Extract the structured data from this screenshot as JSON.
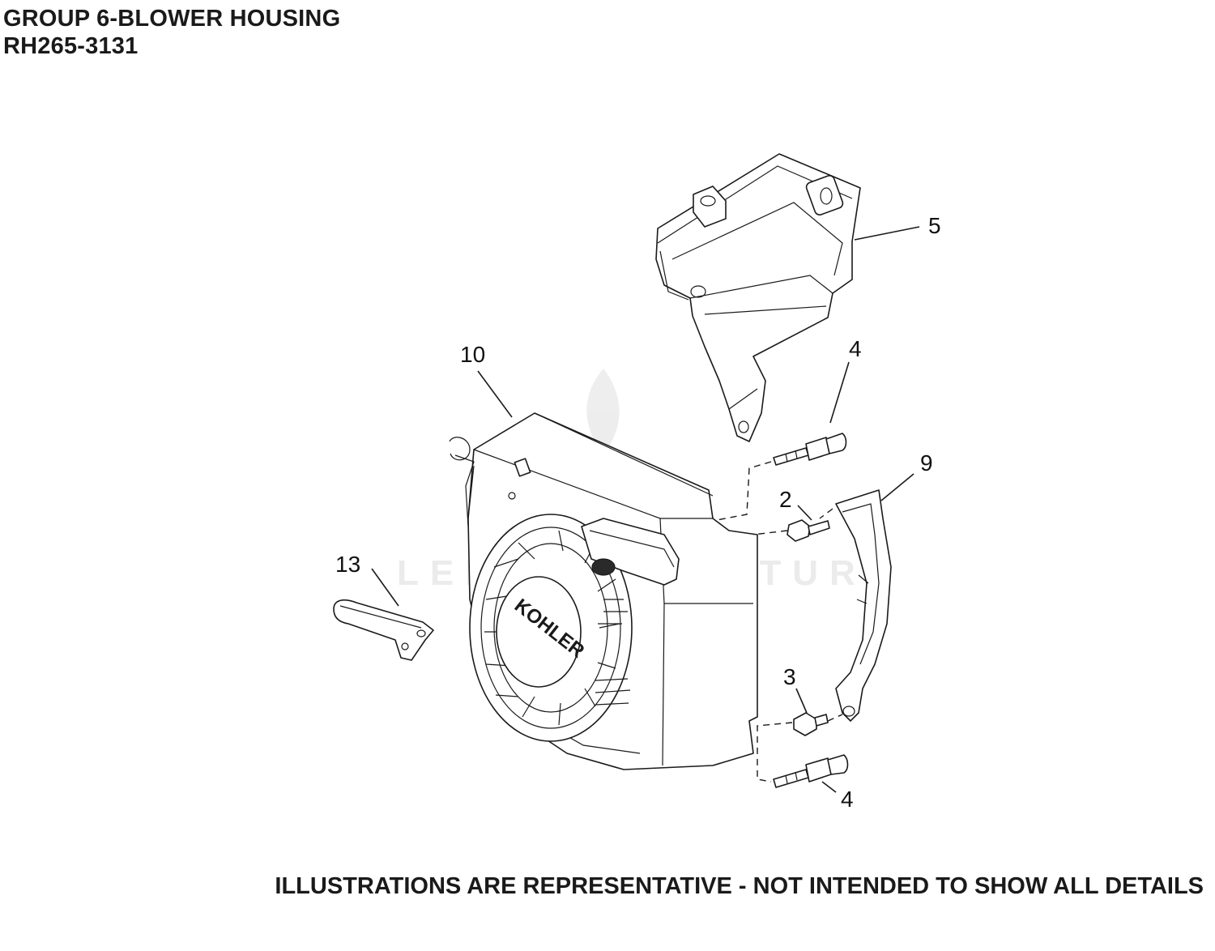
{
  "header": {
    "group_title": "GROUP 6-BLOWER HOUSING",
    "model": "RH265-3131"
  },
  "diagram": {
    "callouts": [
      "5",
      "10",
      "4",
      "9",
      "2",
      "13",
      "3",
      "4"
    ],
    "brand_mark": "KOHLER",
    "watermark": "LEISURE VENTURE"
  },
  "footer": {
    "note": "ILLUSTRATIONS ARE REPRESENTATIVE - NOT INTENDED TO SHOW ALL DETAILS"
  }
}
